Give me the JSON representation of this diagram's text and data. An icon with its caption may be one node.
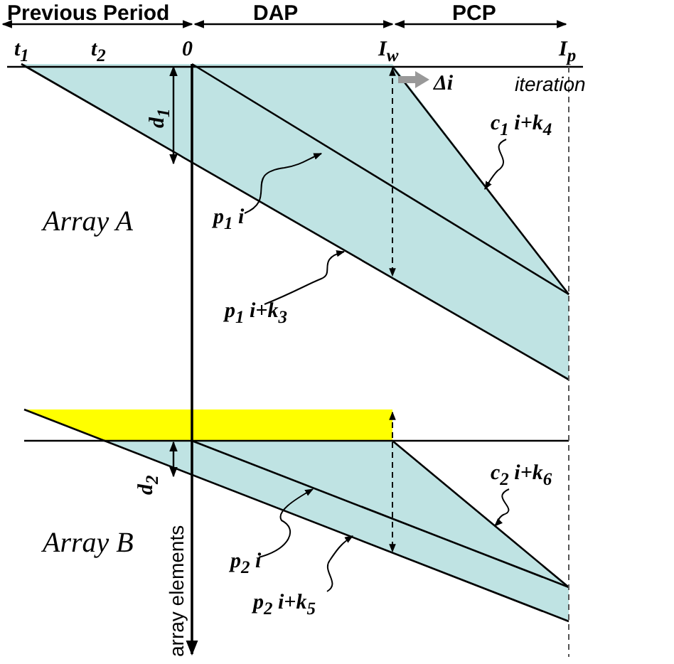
{
  "diagram": {
    "nodes": [
      {
        "text": [
          "p$_{1}$ i"
        ]
      },
      {
        "text": [
          "p$_{1}$ i+k$_{3}$"
        ]
      },
      {
        "text": [
          "c$_{1}$ i+k$_{4}$"
        ]
      },
      {
        "text": [
          "p$_{2}$ i"
        ]
      },
      {
        "text": [
          "p$_{2}$ i+k$_{5}$"
        ]
      },
      {
        "text": [
          "c$_{2}$ i+k$_{6}$"
        ]
      }
    ],
    "edges": [
      {
        "from": 0,
        "to": null,
        "arrow": "to"
      },
      {
        "from": 1,
        "to": null,
        "arrow": "to"
      },
      {
        "from": 2,
        "to": null,
        "arrow": "to"
      },
      {
        "from": 3,
        "to": null,
        "arrow": "to"
      },
      {
        "from": 4,
        "to": null,
        "arrow": "to"
      },
      {
        "from": 5,
        "to": null,
        "arrow": "to"
      }
    ],
    "labels": [
      "Previous Period",
      "DAP",
      "PCP",
      "t$_{1}$",
      "t$_{2}$",
      "0",
      "I$_{w}$",
      "I$_{p}$",
      "Δi",
      "iteration",
      "d$_{1}$",
      "Array A",
      "d$_{2}$",
      "array elements",
      "Array B"
    ]
  }
}
